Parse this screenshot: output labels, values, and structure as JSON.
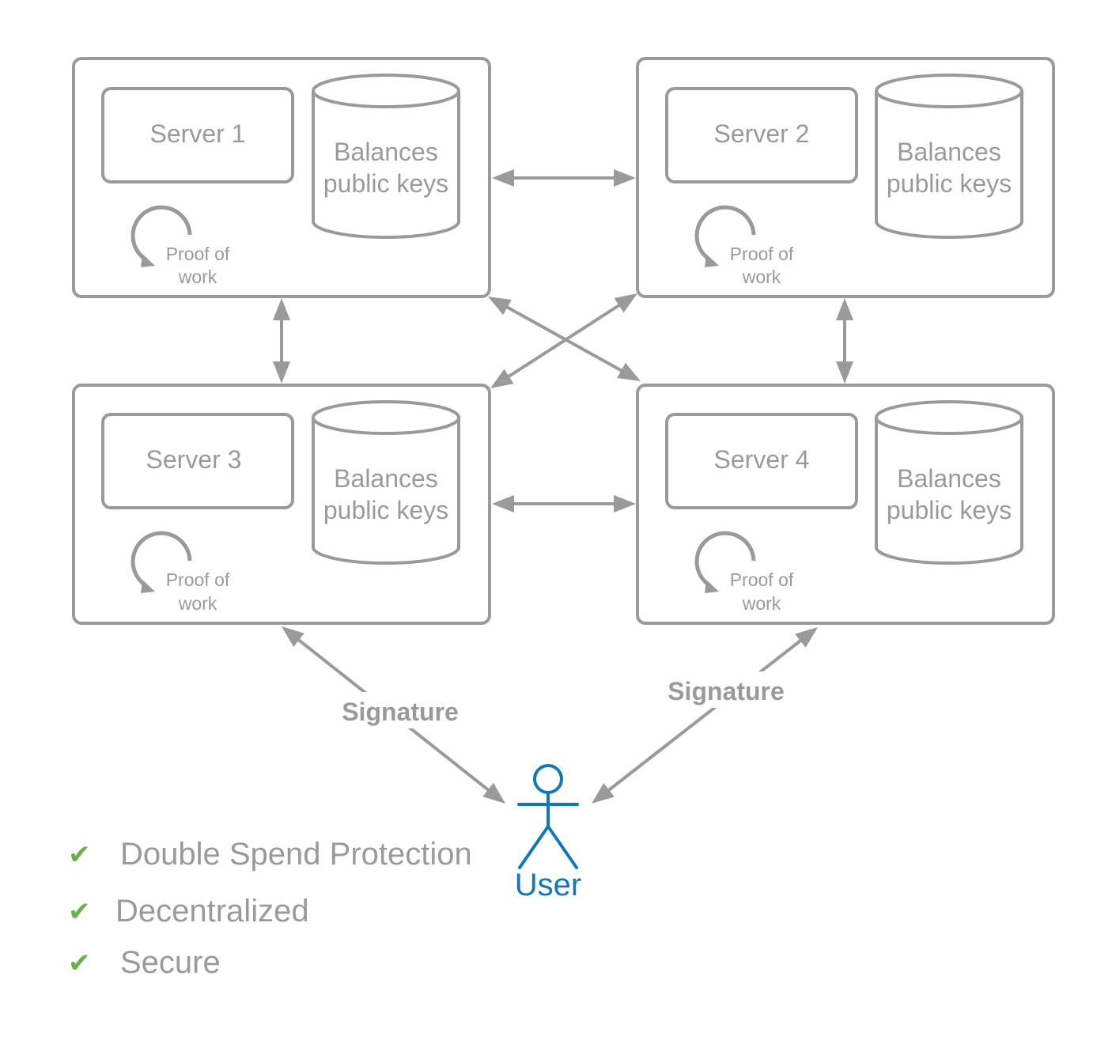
{
  "colors": {
    "stroke": "#9a9a9a",
    "text": "#9a9a9a",
    "user": "#1177bb",
    "check": "#6ab04c"
  },
  "nodes": [
    {
      "id": "node-1",
      "server_label": "Server 1",
      "db_label_line1": "Balances",
      "db_label_line2": "public keys",
      "pow_line1": "Proof of",
      "pow_line2": "work"
    },
    {
      "id": "node-2",
      "server_label": "Server 2",
      "db_label_line1": "Balances",
      "db_label_line2": "public keys",
      "pow_line1": "Proof of",
      "pow_line2": "work"
    },
    {
      "id": "node-3",
      "server_label": "Server 3",
      "db_label_line1": "Balances",
      "db_label_line2": "public keys",
      "pow_line1": "Proof of",
      "pow_line2": "work"
    },
    {
      "id": "node-4",
      "server_label": "Server 4",
      "db_label_line1": "Balances",
      "db_label_line2": "public keys",
      "pow_line1": "Proof of",
      "pow_line2": "work"
    }
  ],
  "edges": [
    {
      "from": "node-1",
      "to": "node-2",
      "bidirectional": true
    },
    {
      "from": "node-1",
      "to": "node-3",
      "bidirectional": true
    },
    {
      "from": "node-2",
      "to": "node-4",
      "bidirectional": true
    },
    {
      "from": "node-3",
      "to": "node-4",
      "bidirectional": true
    },
    {
      "from": "node-1",
      "to": "node-4",
      "bidirectional": true
    },
    {
      "from": "node-2",
      "to": "node-3",
      "bidirectional": true
    },
    {
      "from": "user",
      "to": "node-3",
      "bidirectional": true,
      "label": "Signature"
    },
    {
      "from": "user",
      "to": "node-4",
      "bidirectional": true,
      "label": "Signature"
    }
  ],
  "user": {
    "label": "User",
    "icon": "stick-figure-icon"
  },
  "features": [
    {
      "icon": "checkmark-icon",
      "glyph": "✔",
      "label": "Double Spend Protection"
    },
    {
      "icon": "checkmark-icon",
      "glyph": "✔",
      "label": "Decentralized"
    },
    {
      "icon": "checkmark-icon",
      "glyph": "✔",
      "label": "Secure"
    }
  ]
}
